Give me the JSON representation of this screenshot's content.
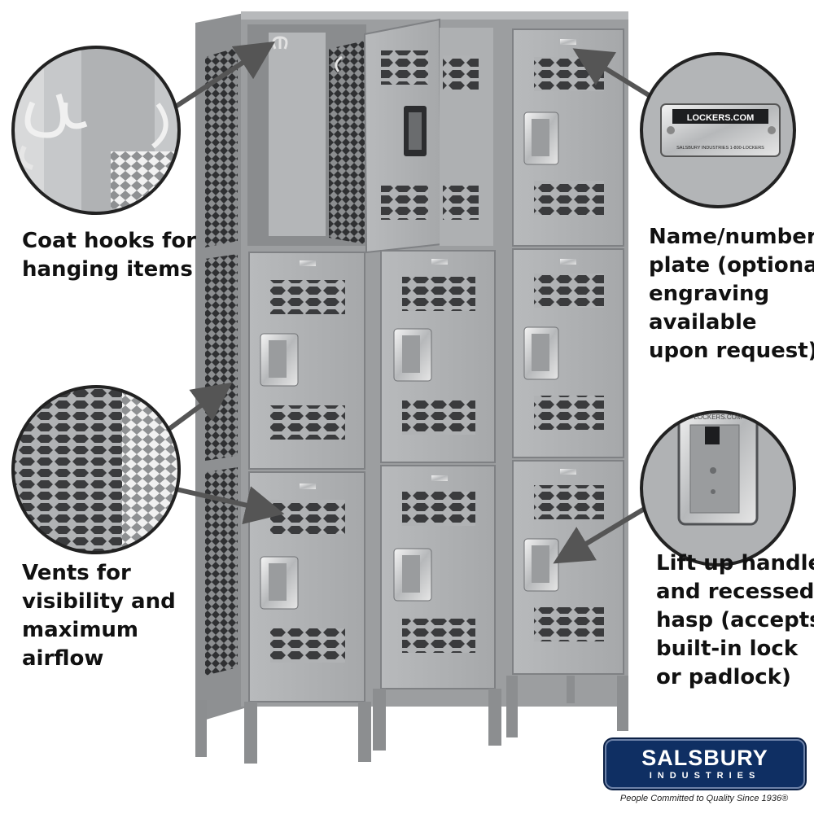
{
  "callouts": {
    "coat_hooks": [
      "Coat hooks for",
      "hanging items"
    ],
    "name_plate": [
      "Name/number",
      "plate (optional",
      "engraving",
      "available",
      "upon request)"
    ],
    "vents": [
      "Vents for",
      "visibility and",
      "maximum",
      "airflow"
    ],
    "handle": [
      "Lift up handle",
      "and recessed",
      "hasp (accepts",
      "built-in lock",
      "or padlock)"
    ]
  },
  "nameplate_detail": {
    "title": "LOCKERS.COM",
    "subtitle": "SALSBURY INDUSTRIES    1-800-LOCKERS"
  },
  "handle_detail": {
    "engraving": "LOCKERS.COM"
  },
  "logo": {
    "brand": "SALSBURY",
    "sub": "INDUSTRIES",
    "tagline": "People Committed to Quality Since 1936®"
  },
  "colors": {
    "locker_body": "#a4a6a8",
    "locker_door": "#b0b2b4",
    "locker_shadow": "#7f8184",
    "arrow": "#555555",
    "logo_bg": "#0f2f63"
  }
}
